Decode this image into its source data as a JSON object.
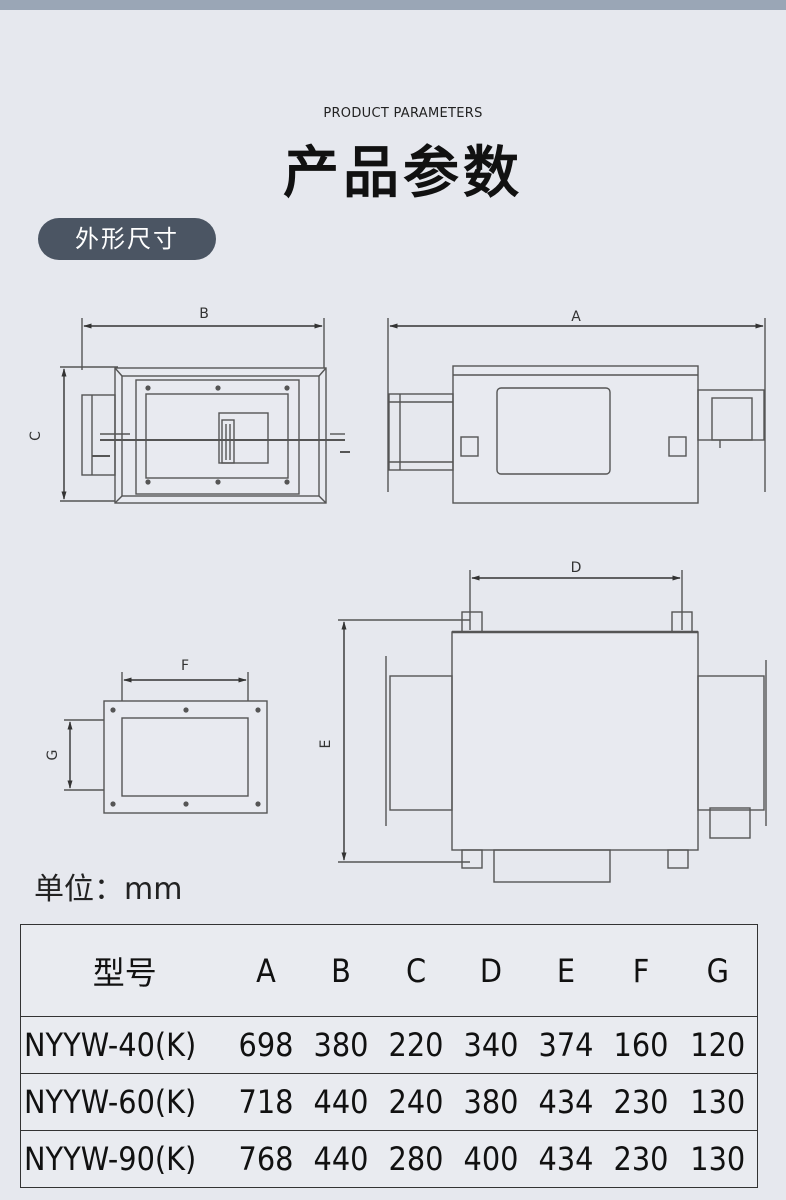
{
  "header": {
    "subtitle": "PRODUCT PARAMETERS",
    "title": "产品参数",
    "section_badge": "外形尺寸"
  },
  "drawing": {
    "labels": {
      "B": "B",
      "A": "A",
      "C": "C",
      "D": "D",
      "E": "E",
      "F": "F",
      "G": "G"
    }
  },
  "unit_text": "单位：mm",
  "table": {
    "headers": [
      "型号",
      "A",
      "B",
      "C",
      "D",
      "E",
      "F",
      "G"
    ],
    "rows": [
      [
        "NYYW-40(K)",
        "698",
        "380",
        "220",
        "340",
        "374",
        "160",
        "120"
      ],
      [
        "NYYW-60(K)",
        "718",
        "440",
        "240",
        "380",
        "434",
        "230",
        "130"
      ],
      [
        "NYYW-90(K)",
        "768",
        "440",
        "280",
        "400",
        "434",
        "230",
        "130"
      ]
    ]
  }
}
